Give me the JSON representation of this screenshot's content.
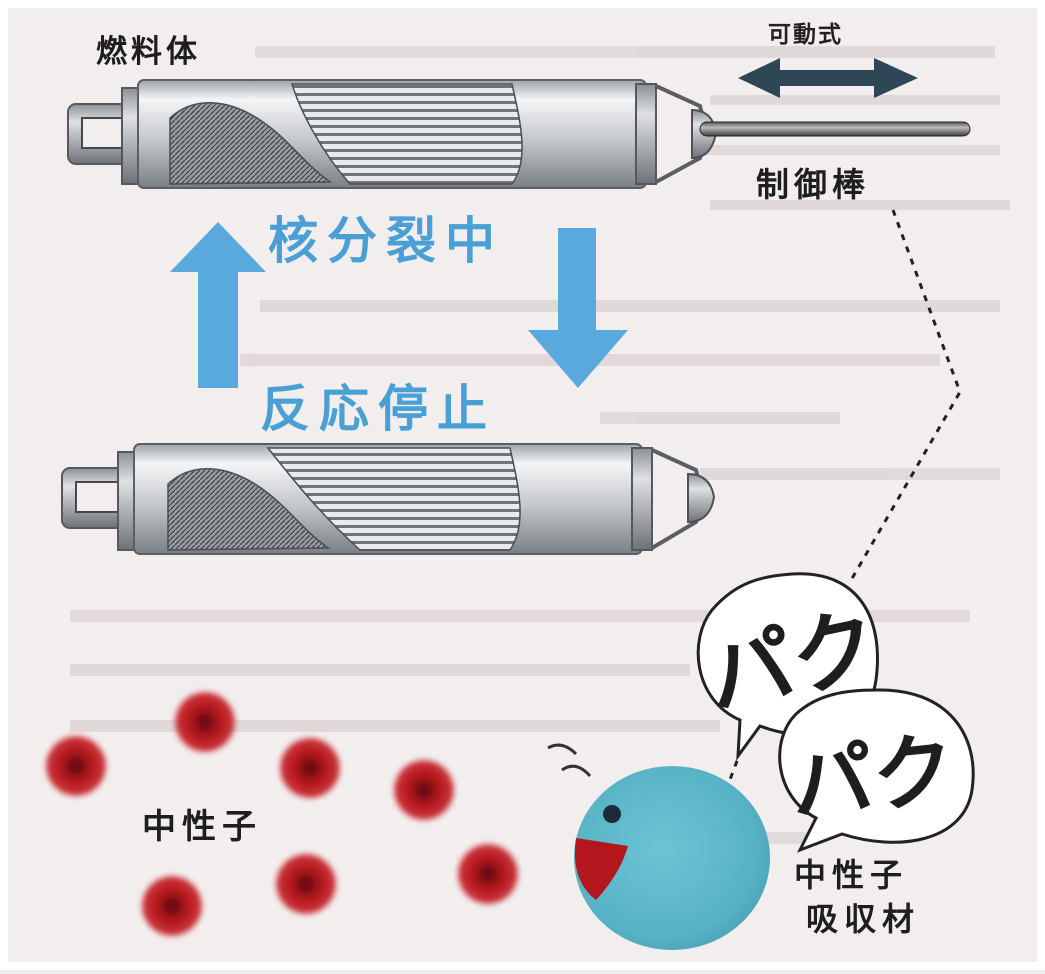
{
  "labels": {
    "fuel_body": "燃料体",
    "movable": "可動式",
    "control_rod": "制御棒",
    "fission_active": "核分裂中",
    "reaction_stopped": "反応停止",
    "neutron": "中性子",
    "absorber_line1": "中性子",
    "absorber_line2": "吸収材",
    "sound_effect_1": "パク",
    "sound_effect_2": "パク"
  },
  "icons": {
    "arrow_up": "arrow-up-icon",
    "arrow_down": "arrow-down-icon",
    "double_arrow": "double-arrow-icon"
  },
  "colors": {
    "background": "#f3eeee",
    "cyan_arrow": "#59a9dc",
    "label_blue": "#4aa0d4",
    "absorber": "#5fb9cb",
    "neutron_red": "#b3171d",
    "dark_text": "#1e1e1e",
    "double_arrow": "#2f4656"
  }
}
